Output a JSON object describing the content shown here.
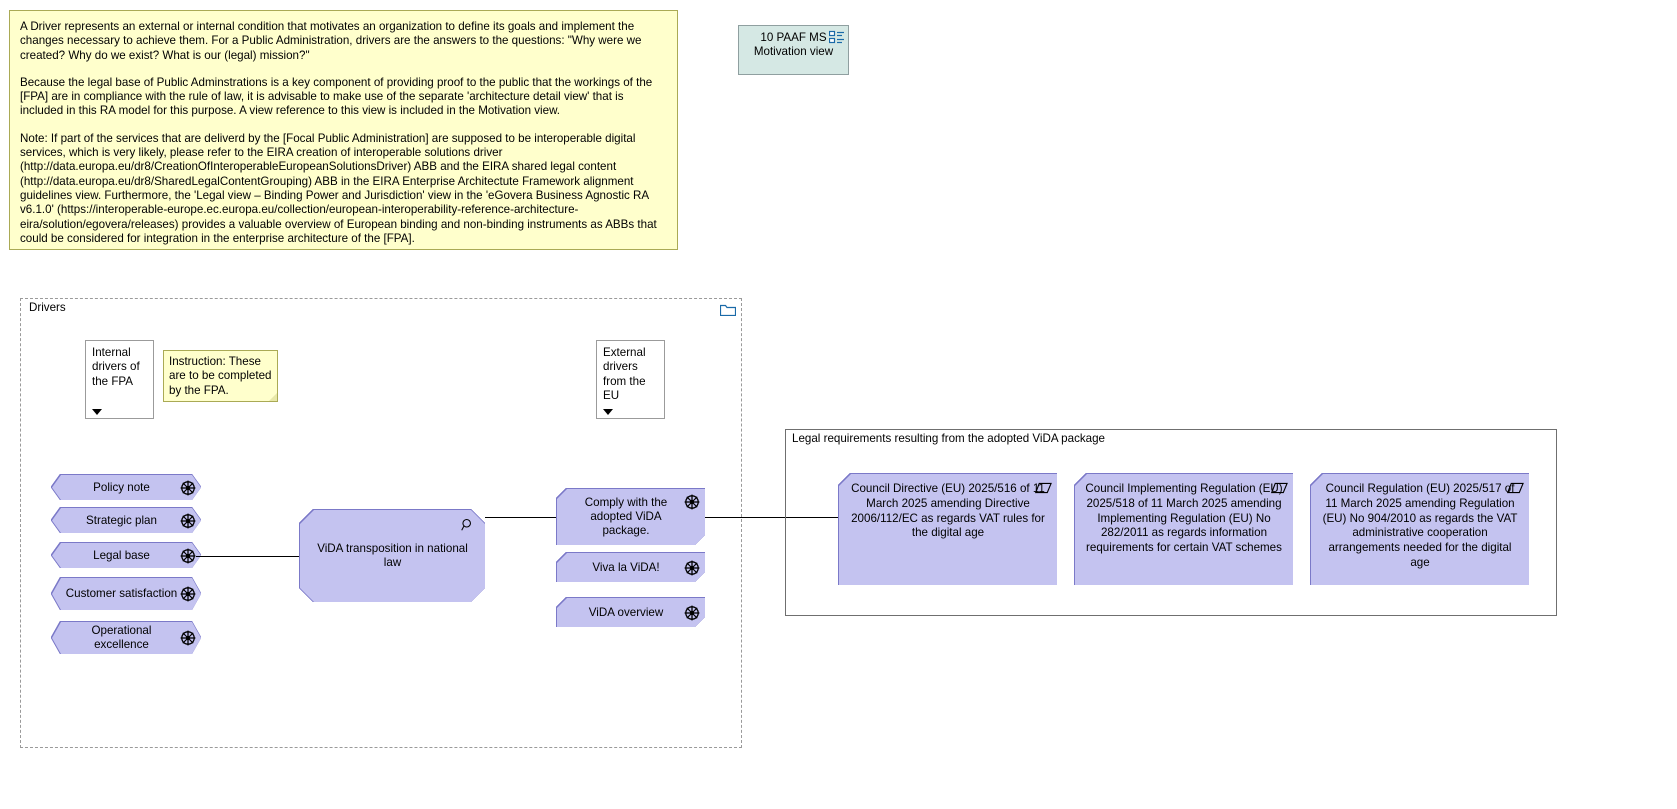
{
  "documentation_note": {
    "name": "driver-documentation-note",
    "paragraphs": [
      "A Driver represents an external or internal condition that motivates an organization to define its goals and implement the changes necessary to achieve them. For a Public Administration, drivers are the answers to the questions: \"Why were we created? Why do we exist? What is our (legal) mission?\"",
      "Because the legal base of Public Adminstrations is a key component of providing proof to the public that the workings of the [FPA] are in compliance with the rule of law, it is advisable to make use of the separate 'architecture detail view' that is included in this RA model for this purpose. A view reference to this view is included  in the Motivation view.",
      "Note: If part of the services that are deliverd by the [Focal Public Administration] are supposed to be interoperable digital services, which is very likely, please refer to the EIRA creation of interoperable solutions driver (http://data.europa.eu/dr8/CreationOfInteroperableEuropeanSolutionsDriver) ABB and the EIRA shared legal content (http://data.europa.eu/dr8/SharedLegalContentGrouping) ABB in the EIRA Enterprise Architectute Framework alignment guidelines view. Furthermore, the 'Legal view – Binding Power and Jurisdiction' view in the 'eGovera Business Agnostic RA v6.1.0'  (https://interoperable-europe.ec.europa.eu/collection/european-interoperability-reference-architecture-eira/solution/egovera/releases) provides a valuable overview of European binding and non-binding instruments as ABBs that could be considered for integration in the enterprise architecture of the [FPA]."
    ]
  },
  "view_reference": {
    "label": "10 PAAF MS Motivation view",
    "icon": "view-reference-icon",
    "fill": "#d5e8e4",
    "border": "#8f9fa0"
  },
  "drivers_group": {
    "label": "Drivers",
    "icon": "folder-icon",
    "border_style": "dashed",
    "border_color": "#9a9a9a"
  },
  "internal_drivers_box": {
    "label": "Internal drivers of the FPA",
    "icon": "collapse-arrow-icon"
  },
  "external_drivers_box": {
    "label": "External drivers from the EU",
    "icon": "collapse-arrow-icon"
  },
  "instruction_note": {
    "label": "Instruction: These are to be completed by the FPA.",
    "fill": "#ffffcc",
    "border": "#aaaa55"
  },
  "drivers": [
    {
      "label": "Policy note",
      "icon": "driver-wheel-icon"
    },
    {
      "label": "Strategic plan",
      "icon": "driver-wheel-icon"
    },
    {
      "label": "Legal base",
      "icon": "driver-wheel-icon"
    },
    {
      "label": "Customer satisfaction",
      "icon": "driver-wheel-icon"
    },
    {
      "label": "Operational excellence",
      "icon": "driver-wheel-icon"
    }
  ],
  "assessment": {
    "label": "ViDA transposition in national law",
    "icon": "magnifier-icon"
  },
  "goals": [
    {
      "label": "Comply with the adopted ViDA package.",
      "icon": "driver-wheel-icon"
    },
    {
      "label": "Viva la ViDA!",
      "icon": "driver-wheel-icon"
    },
    {
      "label": "ViDA overview",
      "icon": "driver-wheel-icon"
    }
  ],
  "legal_group": {
    "label": "Legal requirements resulting from  the adopted ViDA package",
    "border_color": "#6f6f6f"
  },
  "requirements": [
    {
      "label": "Council Directive (EU) 2025/516 of 11 March 2025 amending Directive 2006/112/EC as regards VAT rules for the digital age",
      "icon": "requirement-icon"
    },
    {
      "label": "Council Implementing Regulation (EU) 2025/518 of 11 March 2025 amending Implementing Regulation (EU) No 282/2011 as regards information requirements for certain VAT schemes",
      "icon": "requirement-icon"
    },
    {
      "label": "Council Regulation (EU) 2025/517 of 11 March 2025 amending Regulation (EU) No 904/2010 as regards the VAT administrative cooperation arrangements needed for the digital age",
      "icon": "requirement-icon"
    }
  ],
  "colors": {
    "motivation_fill": "#c4c3f0",
    "motivation_border": "#7b79c8",
    "note_fill": "#ffffcc",
    "note_border": "#aaaa55",
    "view_fill": "#d5e8e4",
    "connector": "#000000"
  }
}
